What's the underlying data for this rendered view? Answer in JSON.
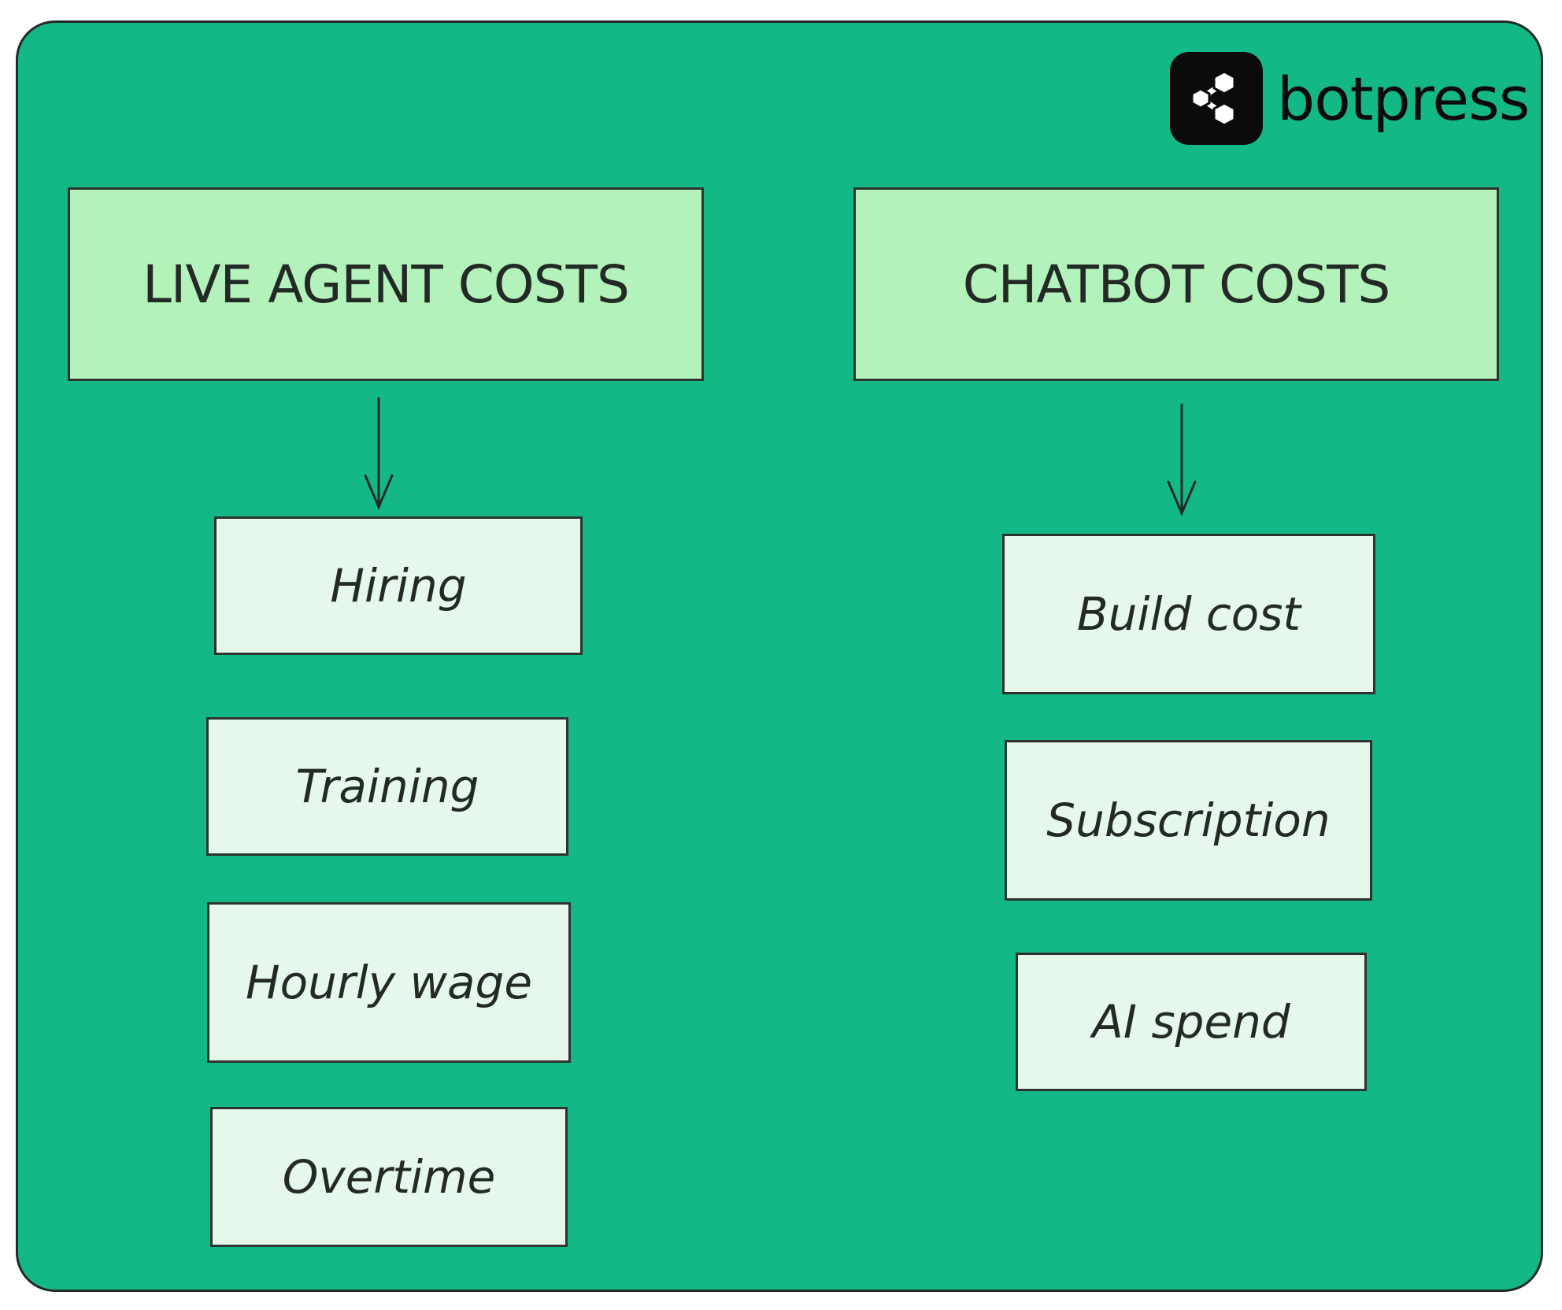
{
  "brand": {
    "name": "botpress",
    "icon": "botpress-logo-icon"
  },
  "colors": {
    "background": "#14b887",
    "header_fill": "#b3f2bb",
    "item_fill": "#e6f8ec",
    "stroke": "#2d3430"
  },
  "columns": {
    "left": {
      "title": "LIVE AGENT COSTS",
      "items": [
        "Hiring",
        "Training",
        "Hourly wage",
        "Overtime"
      ]
    },
    "right": {
      "title": "CHATBOT COSTS",
      "items": [
        "Build cost",
        "Subscription",
        "AI spend"
      ]
    }
  }
}
